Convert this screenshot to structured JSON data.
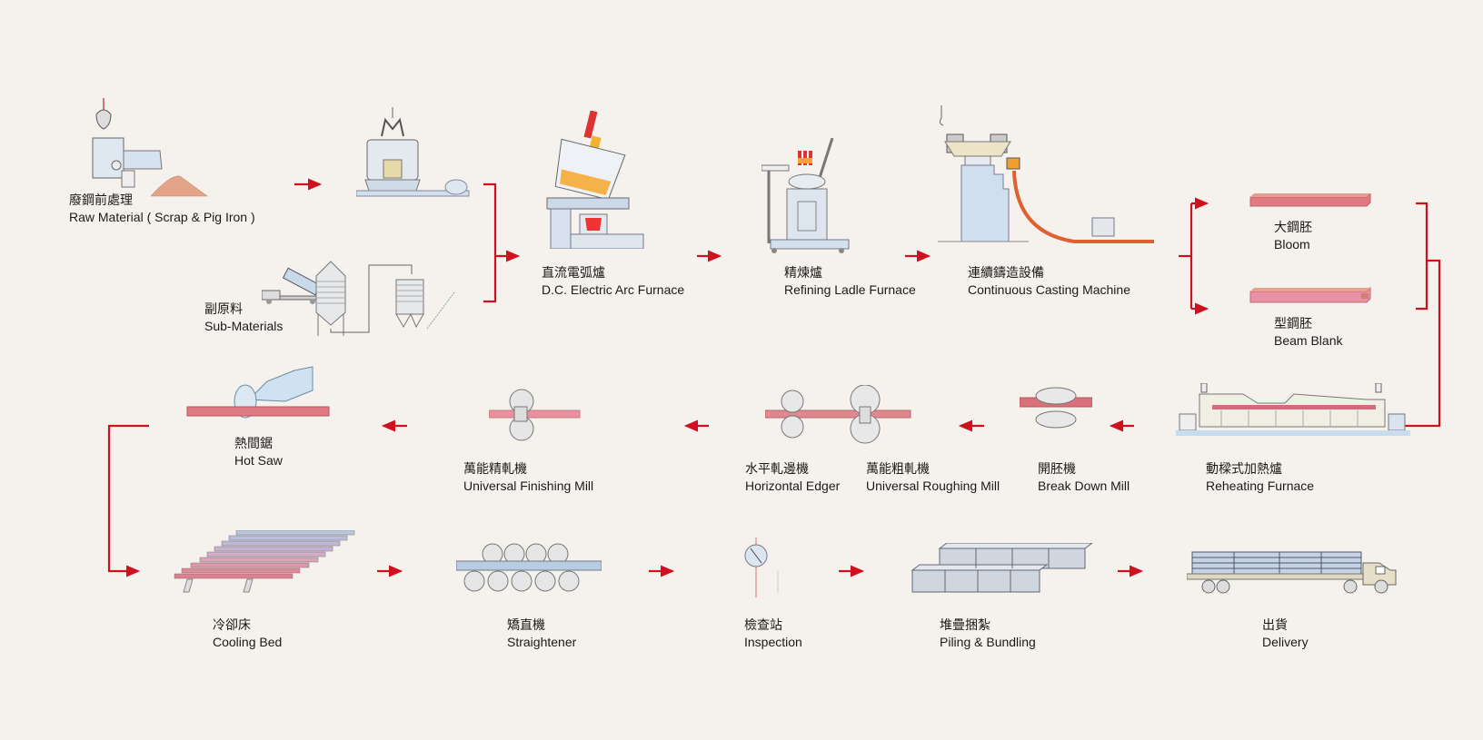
{
  "diagram": {
    "title": "Steel production process flow",
    "accent_color": "#d0101e",
    "steps": [
      {
        "id": "raw-material",
        "zh": "廢鋼前處理",
        "en": "Raw Material ( Scrap & Pig Iron )"
      },
      {
        "id": "sub-materials",
        "zh": "副原料",
        "en": "Sub-Materials"
      },
      {
        "id": "dc-eaf",
        "zh": "直流電弧爐",
        "en": "D.C. Electric Arc Furnace"
      },
      {
        "id": "ladle-furnace",
        "zh": "精煉爐",
        "en": "Refining Ladle Furnace"
      },
      {
        "id": "continuous-casting",
        "zh": "連續鑄造設備",
        "en": "Continuous Casting Machine"
      },
      {
        "id": "bloom",
        "zh": "大鋼胚",
        "en": "Bloom"
      },
      {
        "id": "beam-blank",
        "zh": "型鋼胚",
        "en": "Beam Blank"
      },
      {
        "id": "reheating-furnace",
        "zh": "動樑式加熱爐",
        "en": "Reheating Furnace"
      },
      {
        "id": "break-down-mill",
        "zh": "開胚機",
        "en": "Break Down Mill"
      },
      {
        "id": "universal-roughing-mill",
        "zh": "萬能粗軋機",
        "en": "Universal Roughing Mill"
      },
      {
        "id": "horizontal-edger",
        "zh": "水平軋邊機",
        "en": "Horizontal Edger"
      },
      {
        "id": "universal-finishing-mill",
        "zh": "萬能精軋機",
        "en": "Universal Finishing Mill"
      },
      {
        "id": "hot-saw",
        "zh": "熱間鋸",
        "en": "Hot Saw"
      },
      {
        "id": "cooling-bed",
        "zh": "冷卻床",
        "en": "Cooling Bed"
      },
      {
        "id": "straightener",
        "zh": "矯直機",
        "en": "Straightener"
      },
      {
        "id": "inspection",
        "zh": "檢查站",
        "en": "Inspection"
      },
      {
        "id": "piling-bundling",
        "zh": "堆疊捆紮",
        "en": "Piling & Bundling"
      },
      {
        "id": "delivery",
        "zh": "出貨",
        "en": "Delivery"
      }
    ],
    "flow": [
      [
        "raw-material",
        "charging-bucket"
      ],
      [
        "charging-bucket",
        "dc-eaf"
      ],
      [
        "sub-materials",
        "dc-eaf"
      ],
      [
        "dc-eaf",
        "ladle-furnace"
      ],
      [
        "ladle-furnace",
        "continuous-casting"
      ],
      [
        "continuous-casting",
        "bloom"
      ],
      [
        "continuous-casting",
        "beam-blank"
      ],
      [
        "bloom",
        "reheating-furnace"
      ],
      [
        "beam-blank",
        "reheating-furnace"
      ],
      [
        "reheating-furnace",
        "break-down-mill"
      ],
      [
        "break-down-mill",
        "universal-roughing-mill"
      ],
      [
        "universal-roughing-mill",
        "universal-finishing-mill"
      ],
      [
        "universal-finishing-mill",
        "hot-saw"
      ],
      [
        "hot-saw",
        "cooling-bed"
      ],
      [
        "cooling-bed",
        "straightener"
      ],
      [
        "straightener",
        "inspection"
      ],
      [
        "inspection",
        "piling-bundling"
      ],
      [
        "piling-bundling",
        "delivery"
      ]
    ]
  }
}
